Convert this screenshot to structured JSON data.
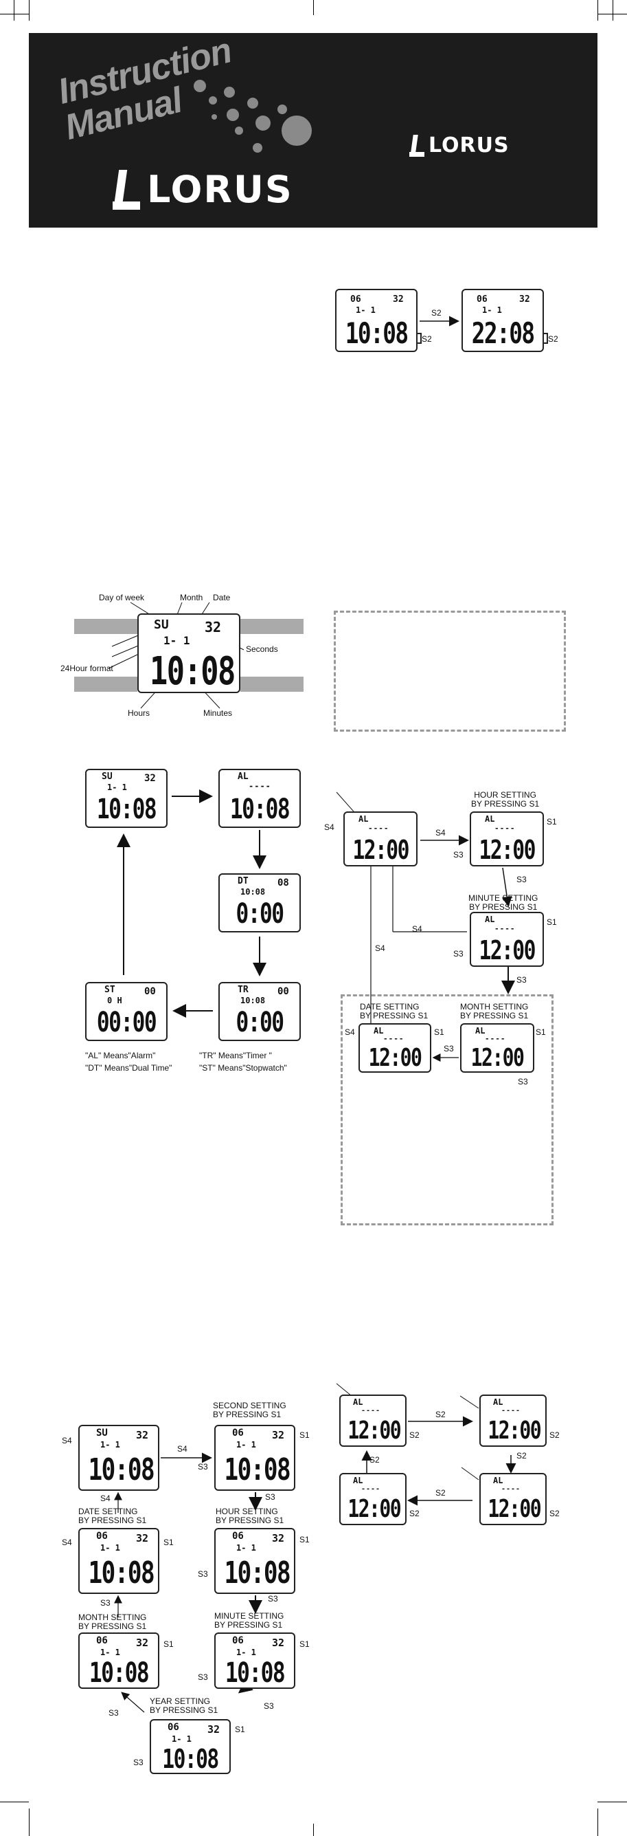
{
  "banner": {
    "title_line1": "Instruction",
    "title_line2": "Manual",
    "brand_large": "LORUS",
    "brand_small": "LORUS"
  },
  "fig_24h": {
    "display_top_left": "06",
    "display_top_right": "32",
    "display_mid": "1- 1",
    "time_12h": "10:08",
    "time_24h": "22:08",
    "arrow_label": "S2",
    "button_label": "S2",
    "button_label_2": "S2"
  },
  "fig_display": {
    "day": "SU",
    "month_date": "1- 1",
    "seconds": "32",
    "time": "10:08",
    "label_day_of_week": "Day of week",
    "label_month": "Month",
    "label_date": "Date",
    "label_seconds": "Seconds",
    "label_24hour": "24Hour format",
    "label_hours": "Hours",
    "label_minutes": "Minutes"
  },
  "fig_modes": {
    "time_day": "SU",
    "time_md": "1- 1",
    "time_sec": "32",
    "time_main": "10:08",
    "alarm_code": "AL",
    "alarm_dash": "----",
    "alarm_main": "10:08",
    "dual_code": "DT",
    "dual_sec": "08",
    "dual_small": "10:08",
    "dual_main": "0:00",
    "timer_code": "TR",
    "timer_sec": "00",
    "timer_small": "10:08",
    "timer_main": "0:00",
    "stop_code": "ST",
    "stop_sec": "00",
    "stop_small": "0 H",
    "stop_main": "00:00",
    "legend_alarm": "\"AL\" Means\"Alarm\"",
    "legend_dual": "\"DT\" Means\"Dual Time\"",
    "legend_timer": "\"TR\" Means\"Timer \"",
    "legend_stop": "\"ST\" Means\"Stopwatch\""
  },
  "fig_alarm_set": {
    "code": "AL",
    "dash": "----",
    "time": "12:00",
    "caption_hour": "HOUR SETTING\nBY PRESSING S1",
    "caption_minute": "MINUTE SETTING\nBY PRESSING S1",
    "caption_date": "DATE SETTING\nBY PRESSING S1",
    "caption_month": "MONTH SETTING\nBY PRESSING S1",
    "s1": "S1",
    "s3": "S3",
    "s4": "S4"
  },
  "fig_time_set": {
    "day": "SU",
    "sec": "32",
    "md": "1- 1",
    "year_md": "06",
    "time": "10:08",
    "caption_second": "SECOND SETTING\nBY PRESSING S1",
    "caption_hour": "HOUR SETTING\nBY PRESSING S1",
    "caption_minute": "MINUTE SETTING\nBY PRESSING S1",
    "caption_date": "DATE SETTING\nBY PRESSING S1",
    "caption_month": "MONTH SETTING\nBY PRESSING S1",
    "caption_year": "YEAR SETTING\nBY PRESSING S1",
    "s1": "S1",
    "s3": "S3",
    "s4": "S4"
  },
  "fig_alarm_cycle": {
    "code": "AL",
    "dash": "----",
    "time": "12:00",
    "s2": "S2"
  }
}
